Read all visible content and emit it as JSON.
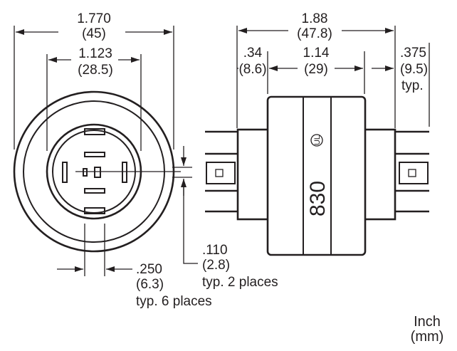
{
  "front_view": {
    "overall_diameter": {
      "inch": "1.770",
      "mm": "(45)"
    },
    "inner_diameter": {
      "inch": "1.123",
      "mm": "(28.5)"
    },
    "pin_width": {
      "inch": ".250",
      "mm": "(6.3)",
      "note": "typ. 6 places"
    },
    "pin_thickness": {
      "inch": ".110",
      "mm": "(2.8)",
      "note": "typ. 2 places"
    }
  },
  "side_view": {
    "overall_length": {
      "inch": "1.88",
      "mm": "(47.8)"
    },
    "flange_offset": {
      "inch": ".34",
      "mm": "(8.6)"
    },
    "body_length": {
      "inch": "1.14",
      "mm": "(29)"
    },
    "terminal_length": {
      "inch": ".375",
      "mm": "(9.5)",
      "note": "typ."
    },
    "part_number": "830",
    "logo": "UL"
  },
  "units": {
    "primary": "Inch",
    "secondary": "(mm)"
  }
}
